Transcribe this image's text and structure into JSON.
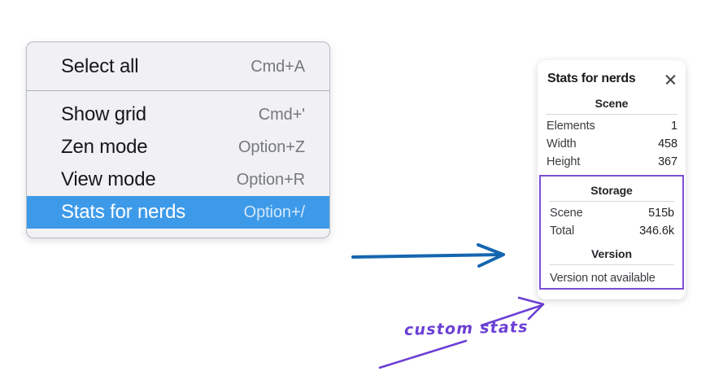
{
  "context_menu": {
    "sections": [
      {
        "items": [
          {
            "label": "Select all",
            "shortcut": "Cmd+A",
            "selected": false
          }
        ]
      },
      {
        "items": [
          {
            "label": "Show grid",
            "shortcut": "Cmd+'",
            "selected": false
          },
          {
            "label": "Zen mode",
            "shortcut": "Option+Z",
            "selected": false
          },
          {
            "label": "View mode",
            "shortcut": "Option+R",
            "selected": false
          },
          {
            "label": "Stats for nerds",
            "shortcut": "Option+/",
            "selected": true
          }
        ]
      }
    ],
    "highlight_color": "#3d9ae9"
  },
  "stats_panel": {
    "title": "Stats for nerds",
    "close_icon": "close-icon",
    "scene": {
      "heading": "Scene",
      "rows": [
        {
          "label": "Elements",
          "value": "1"
        },
        {
          "label": "Width",
          "value": "458"
        },
        {
          "label": "Height",
          "value": "367"
        }
      ]
    },
    "storage": {
      "heading": "Storage",
      "rows": [
        {
          "label": "Scene",
          "value": "515b"
        },
        {
          "label": "Total",
          "value": "346.6k"
        }
      ]
    },
    "version": {
      "heading": "Version",
      "note": "Version not available"
    },
    "highlight_box_color": "#7a4ed6"
  },
  "annotations": {
    "handwritten_note": "custom stats",
    "blue_arrow_color": "#1566b0",
    "purple_arrow_color": "#6b3fd4"
  }
}
